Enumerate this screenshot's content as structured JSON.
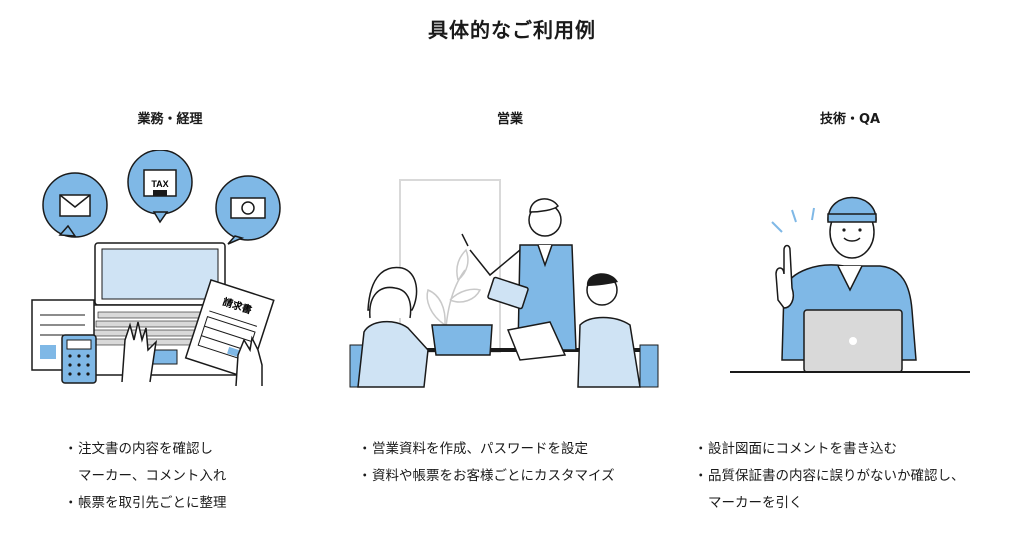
{
  "page_title": "具体的なご利用例",
  "columns": [
    {
      "title": "業務・経理",
      "badge_text": "TAX",
      "doc_text": "請求書",
      "bullets": [
        {
          "line1": "注文書の内容を確認し",
          "line2": "マーカー、コメント入れ"
        },
        {
          "line1": "帳票を取引先ごとに整理",
          "line2": ""
        }
      ]
    },
    {
      "title": "営業",
      "bullets": [
        {
          "line1": "営業資料を作成、パスワードを設定",
          "line2": ""
        },
        {
          "line1": "資料や帳票をお客様ごとにカスタマイズ",
          "line2": ""
        }
      ]
    },
    {
      "title": "技術・QA",
      "bullets": [
        {
          "line1": "設計図面にコメントを書き込む",
          "line2": ""
        },
        {
          "line1": "品質保証書の内容に誤りがないか確認し、",
          "line2": "マーカーを引く"
        }
      ]
    }
  ],
  "colors": {
    "accent_blue": "#7fb8e6",
    "light_blue": "#cfe3f4",
    "line": "#1a1a1a"
  }
}
